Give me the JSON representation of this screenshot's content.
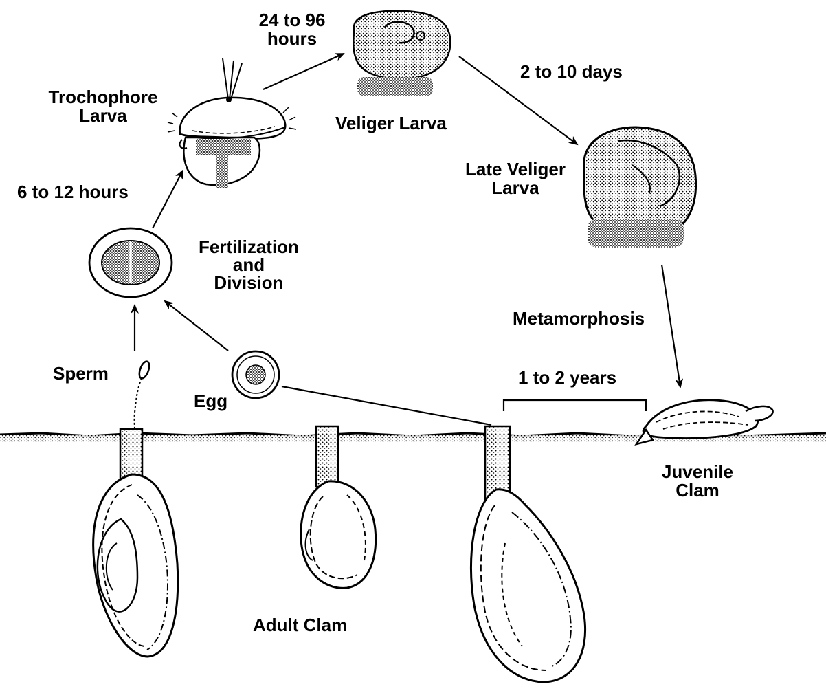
{
  "labels": {
    "hours_24_96_line1": "24 to 96",
    "hours_24_96_line2": "hours",
    "trochophore_line1": "Trochophore",
    "trochophore_line2": "Larva",
    "veliger": "Veliger Larva",
    "days_2_10": "2 to 10 days",
    "late_veliger_line1": "Late Veliger",
    "late_veliger_line2": "Larva",
    "hours_6_12": "6 to 12 hours",
    "fertilization_line1": "Fertilization",
    "fertilization_line2": "and",
    "fertilization_line3": "Division",
    "metamorphosis": "Metamorphosis",
    "sperm": "Sperm",
    "egg": "Egg",
    "years_1_2": "1 to 2 years",
    "juvenile_line1": "Juvenile",
    "juvenile_line2": "Clam",
    "adult": "Adult Clam"
  },
  "colors": {
    "ink": "#000000",
    "paper": "#ffffff",
    "stipple": "#3a3a3a"
  }
}
